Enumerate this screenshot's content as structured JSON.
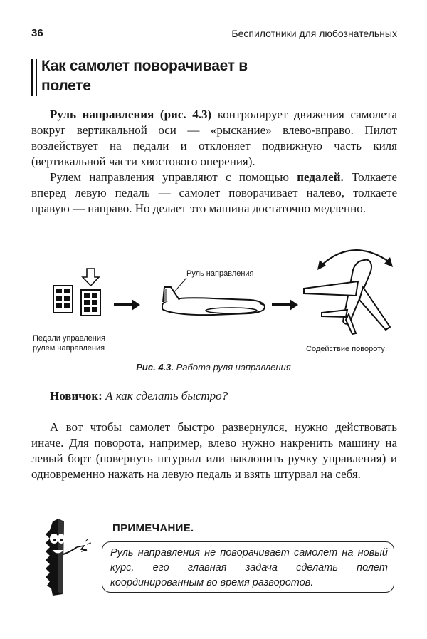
{
  "header": {
    "page_number": "36",
    "book_title": "Беспилотники для любознательных"
  },
  "section": {
    "title": "Как самолет поворачивает в полете"
  },
  "paragraph1": {
    "bold_lead": "Руль направления",
    "fig_ref": "(рис. 4.3)",
    "text": " контролирует движения самолета вокруг вертикальной оси — «рыскание» влево-вправо. Пилот воздействует на педали и отклоняет подвижную часть киля (вертикальной части хвостового оперения)."
  },
  "paragraph2": {
    "text_before": "Рулем направления управляют с помощью ",
    "bold": "педалей.",
    "text_after": " Толкаете вперед левую педаль — самолет поворачивает налево, толкаете правую — направо. Но делает это машина достаточно медленно."
  },
  "figure": {
    "label_pedals_line1": "Педали управления",
    "label_pedals_line2": "рулем направления",
    "label_rudder": "Руль направления",
    "label_turn": "Содействие повороту",
    "caption_number": "Рис. 4.3.",
    "caption_text": " Работа руля направления"
  },
  "dialog": {
    "speaker": "Новичок:",
    "question": " А как сделать быстро?"
  },
  "paragraph3": {
    "text": "А вот чтобы самолет быстро развернулся, нужно действовать иначе. Для поворота, например, влево нужно накренить машину на левый борт (повернуть штурвал или наклонить ручку управления) и одновременно нажать на левую педаль и взять штурвал на себя."
  },
  "note": {
    "title": "ПРИМЕЧАНИЕ.",
    "text": "Руль направления не поворачивает самолет на новый курс, его главная задача сделать полет координированным во время разворотов."
  }
}
